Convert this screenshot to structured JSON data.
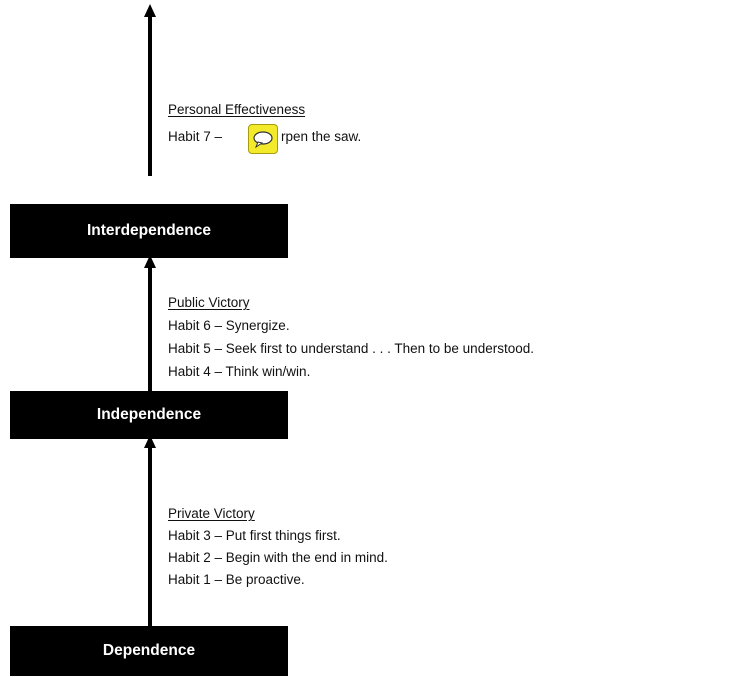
{
  "levels": {
    "dependence": "Dependence",
    "independence": "Independence",
    "interdependence": "Interdependence"
  },
  "private_victory": {
    "heading": "Private Victory",
    "habits": [
      "Habit 3 – Put first things first.",
      "Habit 2 – Begin with the end in mind.",
      "Habit 1 – Be proactive."
    ]
  },
  "public_victory": {
    "heading": "Public Victory",
    "habits": [
      "Habit 6 – Synergize.",
      "Habit 5 – Seek first to understand . . . Then to be understood.",
      "Habit 4 – Think win/win."
    ]
  },
  "personal_effectiveness": {
    "heading": "Personal Effectiveness",
    "habit7_prefix": "Habit 7 –",
    "habit7_visible_end": "rpen the saw."
  },
  "comment_icon": "speech-bubble-comment-icon",
  "colors": {
    "box": "#000000",
    "box_text": "#ffffff",
    "comment_fill": "#f2ea2a"
  }
}
